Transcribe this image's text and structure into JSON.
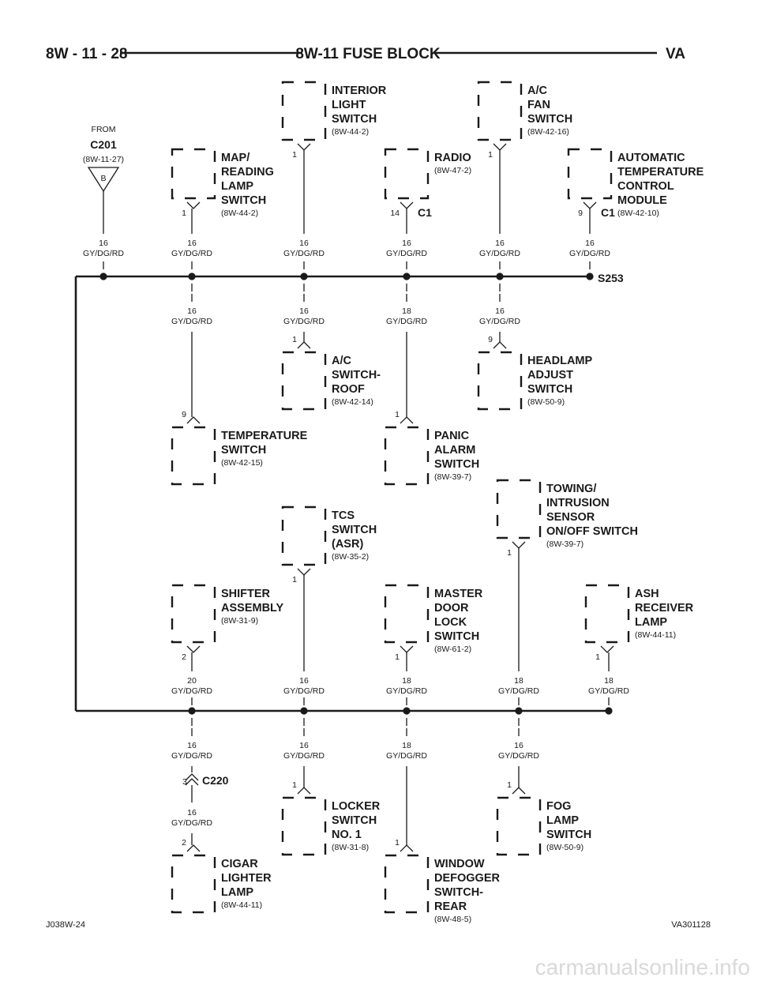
{
  "header": {
    "left": "8W - 11 - 28",
    "title": "8W-11 FUSE BLOCK",
    "right": "VA"
  },
  "source": {
    "from_label": "FROM",
    "connector": "C201",
    "ref": "(8W-11-27)",
    "pin": "B"
  },
  "splice": "S253",
  "top_wires": [
    "16\nGY/DG/RD",
    "16\nGY/DG/RD",
    "16\nGY/DG/RD",
    "16\nGY/DG/RD",
    "16\nGY/DG/RD",
    "16\nGY/DG/RD"
  ],
  "components": [
    {
      "id": "map",
      "name": [
        "MAP/",
        "READING",
        "LAMP",
        "SWITCH"
      ],
      "ref": "(8W-44-2)",
      "pin": "1",
      "connector": ""
    },
    {
      "id": "interior",
      "name": [
        "INTERIOR",
        "LIGHT",
        "SWITCH"
      ],
      "ref": "(8W-44-2)",
      "pin": "1",
      "connector": ""
    },
    {
      "id": "radio",
      "name": [
        "RADIO"
      ],
      "ref": "(8W-47-2)",
      "pin": "14",
      "connector": "C1"
    },
    {
      "id": "acfan",
      "name": [
        "A/C",
        "FAN",
        "SWITCH"
      ],
      "ref": "(8W-42-16)",
      "pin": "1",
      "connector": ""
    },
    {
      "id": "atc",
      "name": [
        "AUTOMATIC",
        "TEMPERATURE",
        "CONTROL",
        "MODULE"
      ],
      "ref": "(8W-42-10)",
      "pin": "9",
      "connector": "C1"
    },
    {
      "id": "acroof",
      "name": [
        "A/C",
        "SWITCH-",
        "ROOF"
      ],
      "ref": "(8W-42-14)",
      "pin": "1",
      "connector": ""
    },
    {
      "id": "headlamp",
      "name": [
        "HEADLAMP",
        "ADJUST",
        "SWITCH"
      ],
      "ref": "(8W-50-9)",
      "pin": "9",
      "connector": ""
    },
    {
      "id": "temp",
      "name": [
        "TEMPERATURE",
        "SWITCH"
      ],
      "ref": "(8W-42-15)",
      "pin": "9",
      "connector": ""
    },
    {
      "id": "panic",
      "name": [
        "PANIC",
        "ALARM",
        "SWITCH"
      ],
      "ref": "(8W-39-7)",
      "pin": "1",
      "connector": ""
    },
    {
      "id": "towing",
      "name": [
        "TOWING/",
        "INTRUSION",
        "SENSOR",
        "ON/OFF SWITCH"
      ],
      "ref": "(8W-39-7)",
      "pin": "1",
      "connector": ""
    },
    {
      "id": "tcs",
      "name": [
        "TCS",
        "SWITCH",
        "(ASR)"
      ],
      "ref": "(8W-35-2)",
      "pin": "1",
      "connector": ""
    },
    {
      "id": "shifter",
      "name": [
        "SHIFTER",
        "ASSEMBLY"
      ],
      "ref": "(8W-31-9)",
      "pin": "2",
      "connector": ""
    },
    {
      "id": "master",
      "name": [
        "MASTER",
        "DOOR",
        "LOCK",
        "SWITCH"
      ],
      "ref": "(8W-61-2)",
      "pin": "1",
      "connector": ""
    },
    {
      "id": "ash",
      "name": [
        "ASH",
        "RECEIVER",
        "LAMP"
      ],
      "ref": "(8W-44-11)",
      "pin": "1",
      "connector": ""
    },
    {
      "id": "locker",
      "name": [
        "LOCKER",
        "SWITCH",
        "NO. 1"
      ],
      "ref": "(8W-31-8)",
      "pin": "1",
      "connector": ""
    },
    {
      "id": "fog",
      "name": [
        "FOG",
        "LAMP",
        "SWITCH"
      ],
      "ref": "(8W-50-9)",
      "pin": "1",
      "connector": ""
    },
    {
      "id": "cigar",
      "name": [
        "CIGAR",
        "LIGHTER",
        "LAMP"
      ],
      "ref": "(8W-44-11)",
      "pin": "2",
      "connector": ""
    },
    {
      "id": "window",
      "name": [
        "WINDOW",
        "DEFOGGER",
        "SWITCH-",
        "REAR"
      ],
      "ref": "(8W-48-5)",
      "pin": "1",
      "connector": ""
    }
  ],
  "wires": {
    "bus1_below": [
      "16\nGY/DG/RD",
      "16\nGY/DG/RD",
      "18\nGY/DG/RD",
      "16\nGY/DG/RD"
    ],
    "bus2_above": [
      "20\nGY/DG/RD",
      "16\nGY/DG/RD",
      "18\nGY/DG/RD",
      "18\nGY/DG/RD",
      "18\nGY/DG/RD"
    ],
    "bus2_below": [
      "16\nGY/DG/RD",
      "16\nGY/DG/RD",
      "18\nGY/DG/RD",
      "16\nGY/DG/RD"
    ],
    "cigar_lower": "16\nGY/DG/RD"
  },
  "c220": {
    "pin": "3",
    "label": "C220"
  },
  "footer": {
    "left": "J038W-24",
    "right": "VA301128"
  },
  "watermark": "carmanualsonline.info"
}
